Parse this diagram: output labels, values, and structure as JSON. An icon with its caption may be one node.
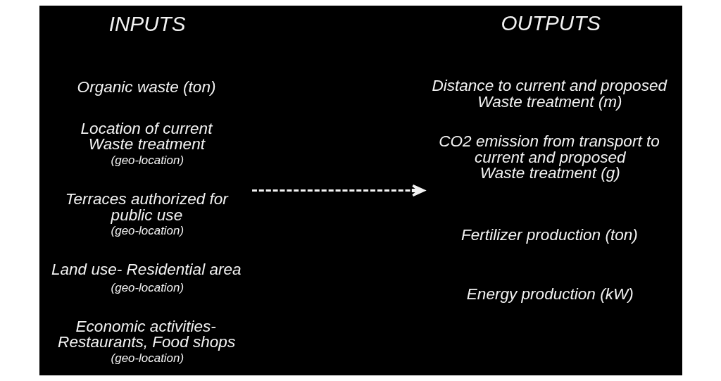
{
  "diagram": {
    "nodes": [
      {
        "text": [
          "INPUTS",
          "Organic waste (ton)",
          "Location of current Waste treatment",
          "(geo-location)",
          "Terraces authorized for public use",
          "(geo-location)",
          "Land use- Residential area",
          "(geo-location)",
          "Economic activities- Restaurants, Food shops",
          "(geo-location)"
        ]
      },
      {
        "text": [
          "OUTPUTS",
          "Distance to current and proposed Waste treatment (m)",
          "CO2 emission from transport to current and proposed Waste treatment (g)",
          "Fertilizer production (ton)",
          "Energy production (kW)"
        ]
      }
    ],
    "edges": [
      {
        "from": 0,
        "to": 1,
        "arrow": "to",
        "style": "dashed"
      }
    ]
  }
}
